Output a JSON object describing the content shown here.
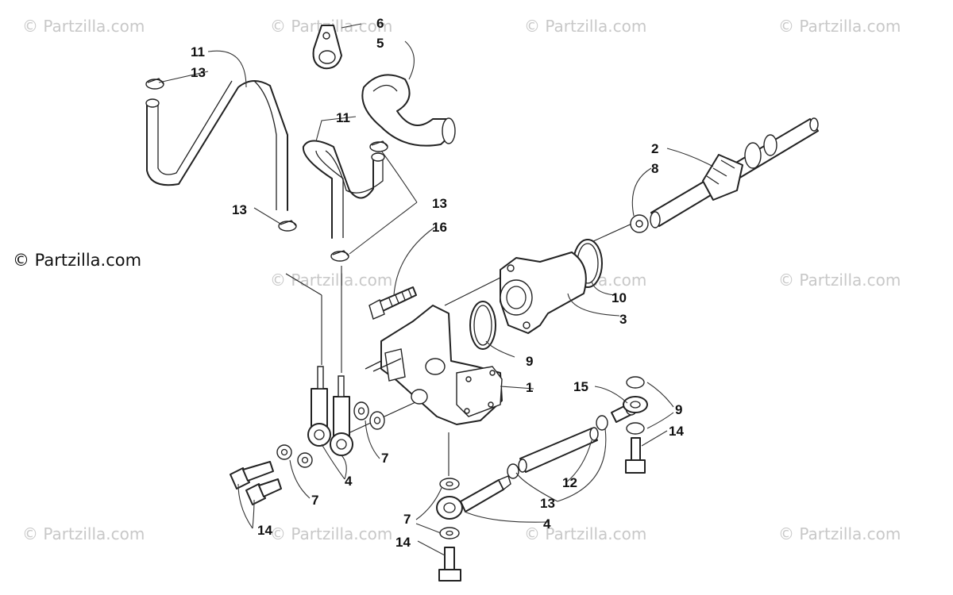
{
  "copyright_text": "© Partzilla.com",
  "watermark_text": "© Partzilla.com",
  "callouts": {
    "c1": "1",
    "c2": "2",
    "c3": "3",
    "c4a": "4",
    "c4b": "4",
    "c5": "5",
    "c6": "6",
    "c7a": "7",
    "c7b": "7",
    "c7c": "7",
    "c8": "8",
    "c9a": "9",
    "c9b": "9",
    "c10": "10",
    "c11a": "11",
    "c11b": "11",
    "c12": "12",
    "c13a": "13",
    "c13b": "13",
    "c13c": "13",
    "c13d": "13",
    "c14a": "14",
    "c14b": "14",
    "c14c": "14",
    "c15": "15",
    "c16": "16"
  }
}
